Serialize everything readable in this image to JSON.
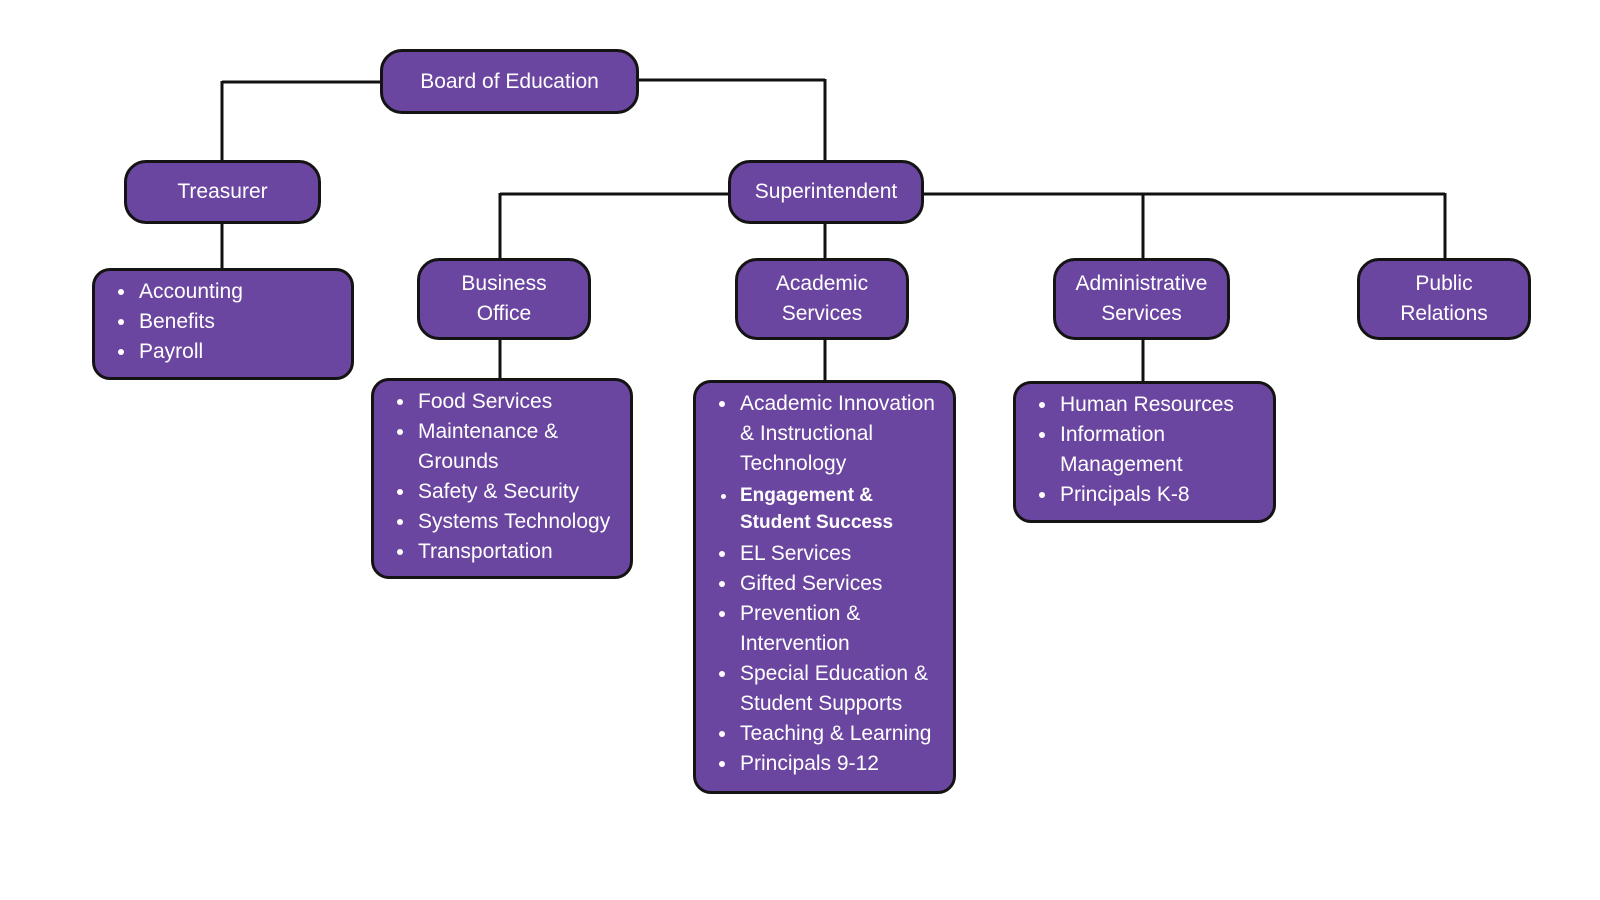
{
  "colors": {
    "box_fill": "#6b46a0",
    "box_border": "#141414",
    "connector": "#111111",
    "text": "#ffffff"
  },
  "nodes": {
    "board": "Board of Education",
    "treasurer": "Treasurer",
    "superintendent": "Superintendent",
    "business_office": [
      "Business",
      "Office"
    ],
    "academic_services": [
      "Academic",
      "Services"
    ],
    "administrative_services": [
      "Administrative",
      "Services"
    ],
    "public_relations": [
      "Public",
      "Relations"
    ]
  },
  "lists": {
    "treasurer": [
      "Accounting",
      "Benefits",
      "Payroll"
    ],
    "business_office": [
      "Food Services",
      "Maintenance & Grounds",
      "Safety & Security",
      "Systems Technology",
      "Transportation"
    ],
    "academic_services": [
      "Academic Innovation & Instructional Technology",
      "Engagement & Student Success",
      "EL Services",
      "Gifted Services",
      "Prevention & Intervention",
      "Special Education & Student Supports",
      "Teaching & Learning",
      "Principals 9-12"
    ],
    "administrative_services": [
      "Human Resources",
      "Information Management",
      "Principals K-8"
    ]
  }
}
